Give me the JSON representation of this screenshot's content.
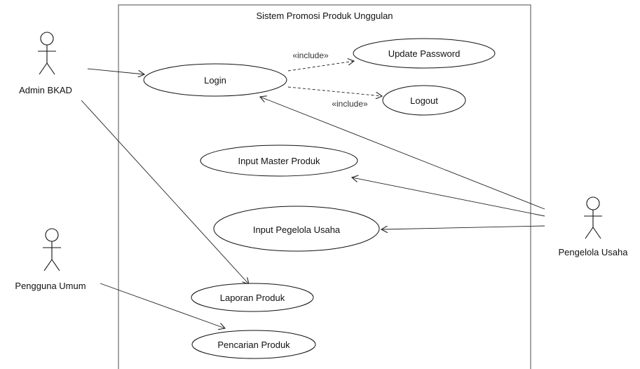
{
  "system": {
    "title": "Sistem Promosi Produk Unggulan"
  },
  "actors": {
    "admin": "Admin BKAD",
    "pengguna": "Pengguna Umum",
    "pengelola": "Pengelola Usaha"
  },
  "use_cases": {
    "login": "Login",
    "update_password": "Update Password",
    "logout": "Logout",
    "input_master_produk": "Input Master Produk",
    "input_pegelola_usaha": "Input Pegelola Usaha",
    "laporan_produk": "Laporan Produk",
    "pencarian_produk": "Pencarian Produk"
  },
  "relations": {
    "include_update": "«include»",
    "include_logout": "«include»"
  }
}
